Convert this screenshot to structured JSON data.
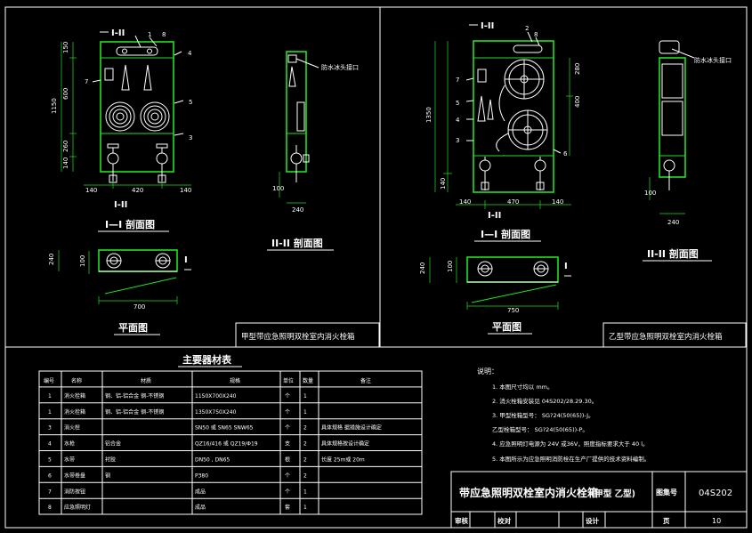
{
  "left": {
    "section_top": "I-II",
    "section_bottom": "I-II",
    "section_i_caption": "I—I 剖面图",
    "section_ii_caption": "II-II 剖面图",
    "plan_caption": "平面图",
    "callouts": [
      "1",
      "8",
      "4",
      "7",
      "5",
      "3"
    ],
    "dim_v": [
      "150",
      "600",
      "1150",
      "260",
      "140"
    ],
    "dim_h": [
      "140",
      "420",
      "140"
    ],
    "side_label": "防水冰头接口",
    "side_dims": [
      "100",
      "240"
    ],
    "plan_dims": [
      "240",
      "100",
      "700"
    ],
    "plan_mark": "I",
    "title": "甲型带应急照明双栓室内消火栓箱"
  },
  "right": {
    "section_top": "I-II",
    "section_bottom": "I-II",
    "section_i_caption": "I—I 剖面图",
    "section_ii_caption": "II-II 剖面图",
    "plan_caption": "平面图",
    "callouts": [
      "2",
      "8",
      "7",
      "5",
      "4",
      "3",
      "6"
    ],
    "dim_v": [
      "1350",
      "280",
      "400",
      "140"
    ],
    "dim_h": [
      "140",
      "470",
      "140"
    ],
    "side_label": "防水冰头接口",
    "side_dims": [
      "100",
      "240"
    ],
    "plan_dims": [
      "100",
      "240",
      "750"
    ],
    "plan_mark": "I",
    "title": "乙型带应急照明双栓室内消火栓箱"
  },
  "table": {
    "title": "主要器材表",
    "headers": [
      "编号",
      "名称",
      "材质",
      "规格",
      "单位",
      "数量",
      "备注"
    ],
    "rows": [
      [
        "1",
        "消火栓箱",
        "钢、铝-铝合金 钢-不锈钢",
        "1150X700X240",
        "个",
        "1",
        ""
      ],
      [
        "1",
        "消火栓箱",
        "钢、铝-铝合金 钢-不锈钢",
        "1350X750X240",
        "个",
        "1",
        ""
      ],
      [
        "3",
        "消火栓",
        "",
        "SN50  或 SN65 SNW65",
        "个",
        "2",
        "具体规格 据措施设计确定"
      ],
      [
        "4",
        "水枪",
        "铝合金",
        "QZ16/416    或  QZ19/Φ19",
        "支",
        "2",
        "具体规格按设计确定"
      ],
      [
        "5",
        "水带",
        "衬胶",
        "DN50    ,  DN65",
        "根",
        "2",
        "长度 25m或 20m"
      ],
      [
        "6",
        "水带卷盘",
        "钢",
        "P380",
        "个",
        "2",
        ""
      ],
      [
        "7",
        "消防按钮",
        "",
        "成品",
        "个",
        "1",
        ""
      ],
      [
        "8",
        "应急照明灯",
        "",
        "成品",
        "套",
        "1",
        ""
      ]
    ]
  },
  "notes": {
    "heading": "说明：",
    "items": [
      "1. 本图尺寸均以  mm。",
      "2. 消火栓箱安装见    04S202/28.29.30。",
      "3. 甲型栓箱型号：  SG?24(50(65))-J。",
      "   乙型栓箱型号：  SG?24(50(65))-P。",
      "4. 应急照明灯电源为   24V  或36V，照度指标要求大于          40 l。",
      "5. 本图所示为应急照明消防栓在生产厂提供的技术资料编制。"
    ]
  },
  "titleblock": {
    "name": "带应急照明双栓室内消火栓箱",
    "type": "(甲型 乙型)",
    "atlas_label": "图集号",
    "atlas_no": "04S202",
    "review": "审核",
    "check": "校对",
    "design": "设计",
    "page_label": "页",
    "page_no": "10"
  },
  "colors": {
    "frame": "#ffffff",
    "drawing": "#22e022",
    "accent": "#e6e64a"
  }
}
